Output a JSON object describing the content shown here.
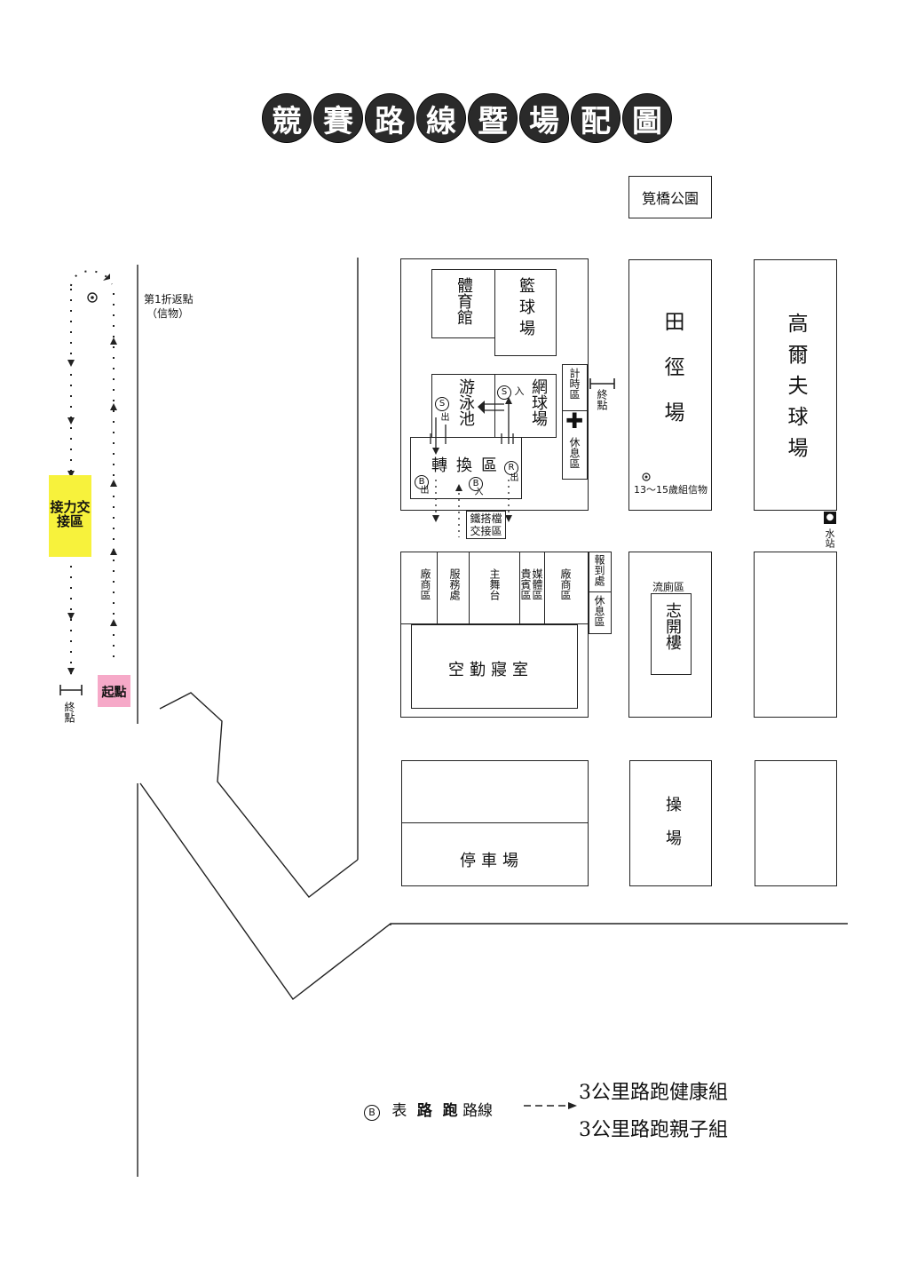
{
  "title": [
    "競",
    "賽",
    "路",
    "線",
    "暨",
    "場",
    "配",
    "圖"
  ],
  "park": "筧橋公園",
  "turnaround": {
    "label": "第1折返點",
    "sub": "（信物）"
  },
  "relay_zone": "接力交接區",
  "start": "起點",
  "finish_left": "終點",
  "finish_right": "終點",
  "buildings": {
    "gym": "體育館",
    "basketball": "籃球場",
    "pool": "游泳池",
    "tennis": "網球場",
    "timing": "計時區",
    "rest1": "休息區",
    "transition": "轉換區",
    "triathlon_relay": "鐵搭檔交接區",
    "track": "田徑場",
    "golf": "高爾夫球場",
    "age_token": "13～15歲組信物",
    "water": "水站",
    "vendor1": "廠商區",
    "service": "服務處",
    "stage": "主舞台",
    "vip": "貴賓區",
    "media": "媒體區",
    "vendor2": "廠商區",
    "checkin": "報到處",
    "rest2": "休息區",
    "dorm": "空勤寢室",
    "toilet_area": "流廁區",
    "zhikai": "志開樓",
    "parking": "停車場",
    "field": "操場"
  },
  "marks": {
    "s": "S",
    "b": "B",
    "r": "R",
    "in": "入",
    "out": "出"
  },
  "legend": {
    "symbol": "B",
    "prefix": "表",
    "bold": "路  跑",
    "suffix": "路線",
    "items": [
      "3公里路跑健康組",
      "3公里路跑親子組"
    ]
  },
  "colors": {
    "relay": "#f7f23c",
    "start": "#f6a9c8",
    "title_bg": "#2a2a2a"
  },
  "icons": [
    "first-aid-cross-icon",
    "water-drop-icon",
    "checkpoint-dot-icon",
    "finish-bar-icon"
  ]
}
